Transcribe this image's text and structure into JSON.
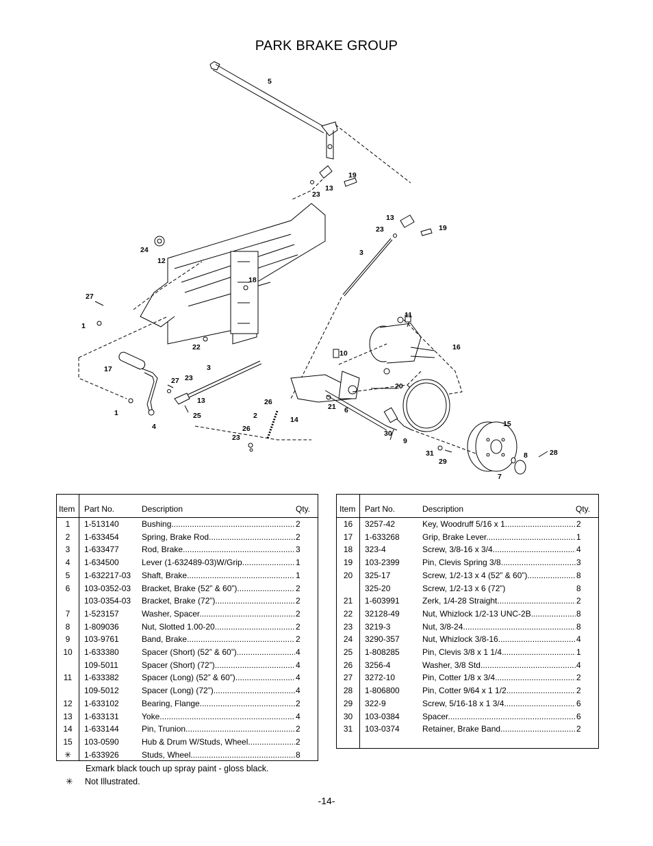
{
  "title": "PARK BRAKE GROUP",
  "callouts": [
    "5",
    "19",
    "13",
    "23",
    "13",
    "23",
    "19",
    "24",
    "12",
    "3",
    "18",
    "27",
    "1",
    "11",
    "16",
    "10",
    "22",
    "17",
    "3",
    "27",
    "23",
    "13",
    "20",
    "1",
    "4",
    "25",
    "26",
    "2",
    "14",
    "21",
    "6",
    "26",
    "23",
    "15",
    "30",
    "9",
    "31",
    "29",
    "8",
    "28",
    "7"
  ],
  "table_headers": {
    "item": "Item",
    "part": "Part No.",
    "desc": "Description",
    "qty": "Qty."
  },
  "left_rows": [
    {
      "item": "1",
      "part": "1-513140",
      "desc": "Bushing",
      "qty": "2"
    },
    {
      "item": "2",
      "part": "1-633454",
      "desc": "Spring, Brake Rod",
      "qty": "2"
    },
    {
      "item": "3",
      "part": "1-633477",
      "desc": "Rod, Brake",
      "qty": "3"
    },
    {
      "item": "4",
      "part": "1-634500",
      "desc": "Lever (1-632489-03)W/Grip",
      "qty": "1"
    },
    {
      "item": "5",
      "part": "1-632217-03",
      "desc": "Shaft, Brake",
      "qty": "1"
    },
    {
      "item": "6",
      "part": "103-0352-03",
      "desc": "Bracket, Brake (52” & 60”)",
      "qty": "2"
    },
    {
      "item": "",
      "part": "103-0354-03",
      "desc": "Bracket, Brake (72”)",
      "qty": "2"
    },
    {
      "item": "7",
      "part": "1-523157",
      "desc": "Washer, Spacer",
      "qty": "2"
    },
    {
      "item": "8",
      "part": "1-809036",
      "desc": "Nut, Slotted 1.00-20",
      "qty": "2"
    },
    {
      "item": "9",
      "part": "103-9761",
      "desc": "Band, Brake",
      "qty": "2"
    },
    {
      "item": "10",
      "part": "1-633380",
      "desc": "Spacer (Short) (52” & 60”)",
      "qty": "4"
    },
    {
      "item": "",
      "part": "109-5011",
      "desc": "Spacer (Short) (72”)",
      "qty": "4"
    },
    {
      "item": "11",
      "part": "1-633382",
      "desc": "Spacer (Long) (52” & 60”)",
      "qty": "4"
    },
    {
      "item": "",
      "part": "109-5012",
      "desc": "Spacer (Long) (72”)",
      "qty": "4"
    },
    {
      "item": "12",
      "part": "1-633102",
      "desc": "Bearing, Flange",
      "qty": "2"
    },
    {
      "item": "13",
      "part": "1-633131",
      "desc": "Yoke",
      "qty": "4"
    },
    {
      "item": "14",
      "part": "1-633144",
      "desc": "Pin, Trunion",
      "qty": "2"
    },
    {
      "item": "15",
      "part": "103-0590",
      "desc": "Hub & Drum W/Studs, Wheel",
      "qty": "2"
    },
    {
      "item": "✳",
      "part": "1-633926",
      "desc": "Studs, Wheel",
      "qty": "8"
    }
  ],
  "right_rows": [
    {
      "item": "16",
      "part": "3257-42",
      "desc": "Key, Woodruff 5/16 x 1",
      "qty": "2"
    },
    {
      "item": "17",
      "part": "1-633268",
      "desc": "Grip, Brake Lever",
      "qty": "1"
    },
    {
      "item": "18",
      "part": "323-4",
      "desc": "Screw, 3/8-16 x 3/4",
      "qty": "4"
    },
    {
      "item": "19",
      "part": "103-2399",
      "desc": "Pin, Clevis Spring 3/8",
      "qty": "3"
    },
    {
      "item": "20",
      "part": "325-17",
      "desc": "Screw, 1/2-13 x 4 (52” & 60”)",
      "qty": "8"
    },
    {
      "item": "",
      "part": "325-20",
      "desc": "Screw, 1/2-13 x 6 (72”)",
      "qty": "8",
      "nodots": true
    },
    {
      "item": "21",
      "part": "1-603991",
      "desc": "Zerk, 1/4-28 Straight",
      "qty": "2"
    },
    {
      "item": "22",
      "part": "32128-49",
      "desc": "Nut, Whizlock 1/2-13 UNC-2B",
      "qty": "8"
    },
    {
      "item": "23",
      "part": "3219-3",
      "desc": "Nut, 3/8-24",
      "qty": "8"
    },
    {
      "item": "24",
      "part": "3290-357",
      "desc": "Nut, Whizlock 3/8-16",
      "qty": "4"
    },
    {
      "item": "25",
      "part": "1-808285",
      "desc": "Pin, Clevis 3/8 x 1 1/4",
      "qty": "1"
    },
    {
      "item": "26",
      "part": "3256-4",
      "desc": "Washer, 3/8 Std",
      "qty": "4"
    },
    {
      "item": "27",
      "part": "3272-10",
      "desc": "Pin, Cotter 1/8 x 3/4",
      "qty": "2"
    },
    {
      "item": "28",
      "part": "1-806800",
      "desc": "Pin, Cotter 9/64 x 1 1/2",
      "qty": "2"
    },
    {
      "item": "29",
      "part": "322-9",
      "desc": "Screw, 5/16-18 x 1 3/4",
      "qty": "6"
    },
    {
      "item": "30",
      "part": "103-0384",
      "desc": "Spacer",
      "qty": "6"
    },
    {
      "item": "31",
      "part": "103-0374",
      "desc": "Retainer, Brake Band",
      "qty": "2"
    }
  ],
  "notes": {
    "paint": "Exmark black touch up spray paint - gloss black.",
    "star": "✳",
    "not_illustrated": "Not Illustrated."
  },
  "page_number": "-14-"
}
